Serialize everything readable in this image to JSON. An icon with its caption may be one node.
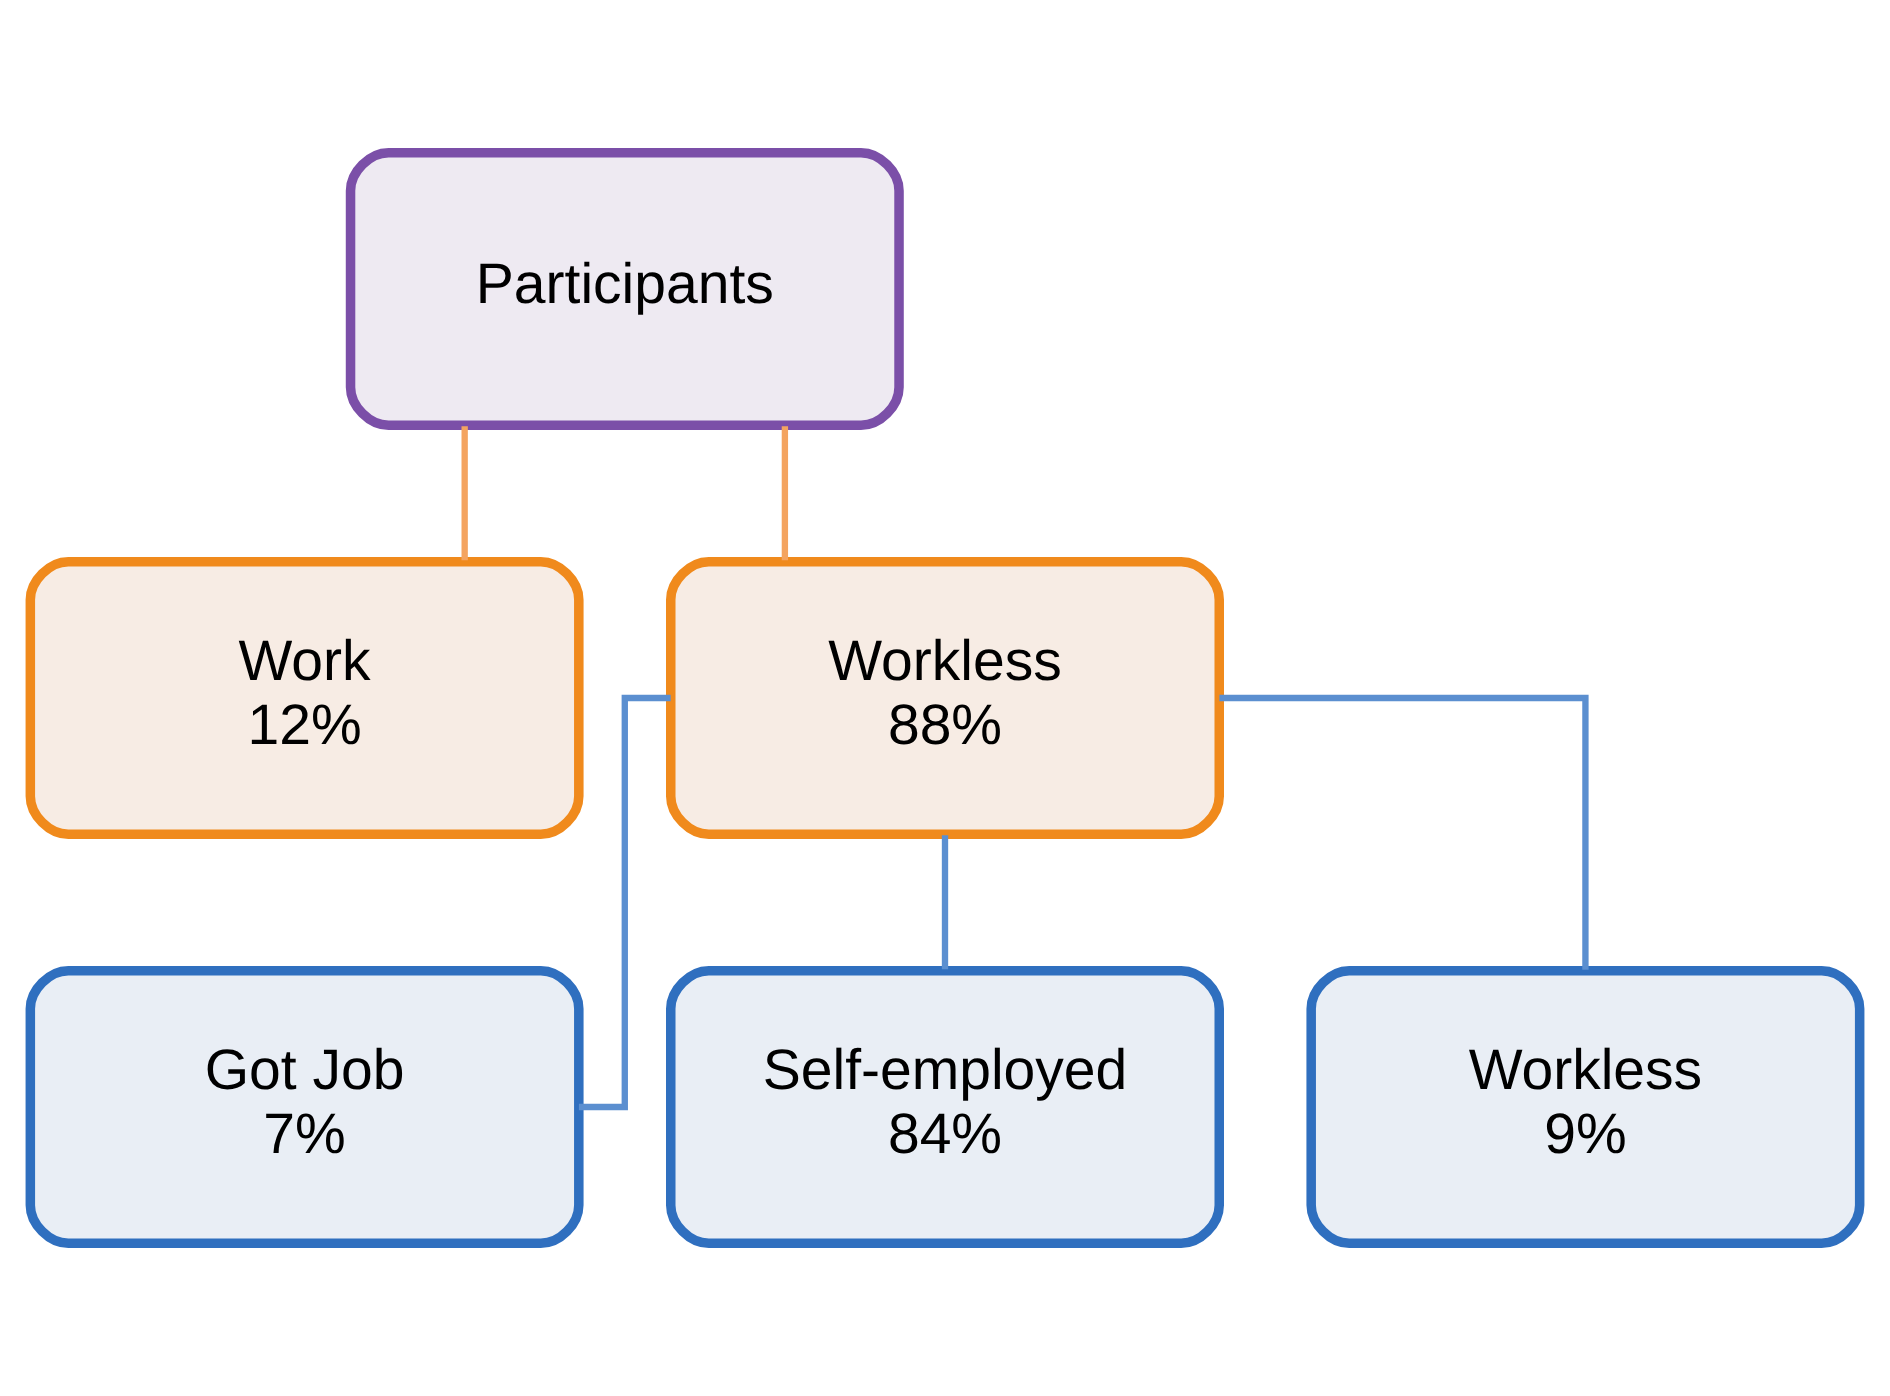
{
  "diagram": {
    "nodes": [
      {
        "text": [
          "Participants"
        ]
      },
      {
        "text": [
          "Work",
          "12%"
        ]
      },
      {
        "text": [
          "Workless",
          "88%"
        ]
      },
      {
        "text": [
          "Got Job",
          "7%"
        ]
      },
      {
        "text": [
          "Self-employed",
          "84%"
        ]
      },
      {
        "text": [
          "Workless",
          "9%"
        ]
      }
    ],
    "edges": [
      {
        "from": 0,
        "to": 1,
        "arrow": "none",
        "color": "#f4a460"
      },
      {
        "from": 0,
        "to": 2,
        "arrow": "none",
        "color": "#f4a460"
      },
      {
        "from": 2,
        "to": 3,
        "arrow": "none"
      },
      {
        "from": 2,
        "to": 4,
        "arrow": "none"
      },
      {
        "from": 2,
        "to": 5,
        "arrow": "none"
      }
    ]
  }
}
